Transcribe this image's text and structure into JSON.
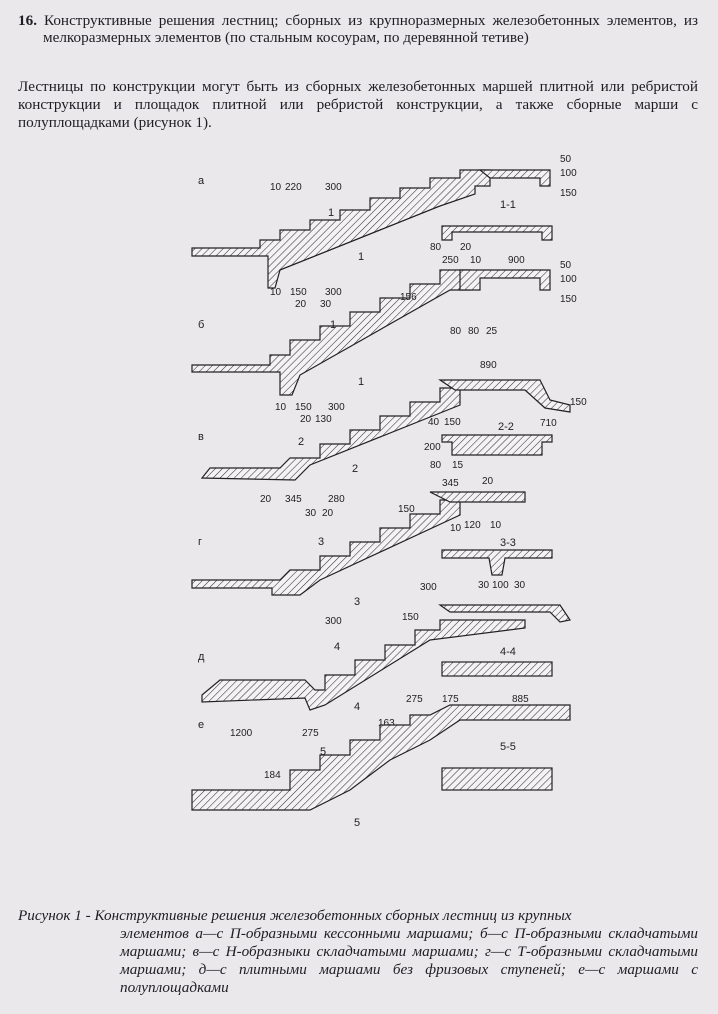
{
  "section": {
    "number": "16.",
    "title": "Конструктивные решения лестниц; сборных из крупноразмерных железобетонных элементов, из мелкоразмерных элементов (по стальным косоурам, по деревянной тетиве)"
  },
  "intro": "Лестницы по конструкции могут быть из сборных железобетонных маршей плитной или ребристой конструкции и площадок плитной или ребристой конструкции, а также сборные марши с полуплощадками (рисунок 1).",
  "figure": {
    "variants": [
      "а",
      "б",
      "в",
      "г",
      "д",
      "е"
    ],
    "section_labels": [
      "1-1",
      "2-2",
      "3-3",
      "4-4",
      "5-5"
    ],
    "cut_marks": [
      "1",
      "1",
      "1",
      "1",
      "2",
      "2",
      "3",
      "3",
      "4",
      "4",
      "5",
      "5"
    ],
    "dims": {
      "a_top": [
        "10",
        "220",
        "300"
      ],
      "a_right": [
        "50",
        "100",
        "150"
      ],
      "s11": [
        "80",
        "20"
      ],
      "s11b": [
        "250",
        "10",
        "900"
      ],
      "b_left": [
        "10",
        "150",
        "300"
      ],
      "b_left2": [
        "20",
        "30"
      ],
      "b_slope": "156",
      "b_right": [
        "50",
        "100",
        "150"
      ],
      "b_right2": [
        "80",
        "80",
        "25"
      ],
      "v_top": "890",
      "v_right": [
        "150",
        "710"
      ],
      "v_mid": [
        "10",
        "150",
        "300"
      ],
      "v_mid2": [
        "20",
        "130"
      ],
      "s22": [
        "200",
        "40",
        "150"
      ],
      "s22b": [
        "80",
        "15"
      ],
      "g_top": [
        "20",
        "345",
        "280"
      ],
      "g_top2": [
        "30",
        "20"
      ],
      "g_right": [
        "345",
        "20",
        "150"
      ],
      "g_right2": [
        "10",
        "120",
        "10"
      ],
      "s33": [
        "30",
        "100",
        "30"
      ],
      "d_dims": [
        "300",
        "300",
        "150"
      ],
      "e_dims": [
        "275",
        "175",
        "885"
      ],
      "e_left": [
        "1200",
        "275"
      ],
      "e_misc": [
        "163",
        "184"
      ]
    }
  },
  "caption": {
    "label": "Рисунок 1 -",
    "first_line": "Конструктивные решения железобетонных сборных лестниц из крупных",
    "text": "элементов а—с П-образными кессонными маршами; б—с П-образными складчатыми маршами; в—с Н-образныки складчатыми маршами; г—с Т-образными складчатыми маршами; д—с плитными маршами без фризовых ступеней; е—с маршами с полуплощадками"
  }
}
